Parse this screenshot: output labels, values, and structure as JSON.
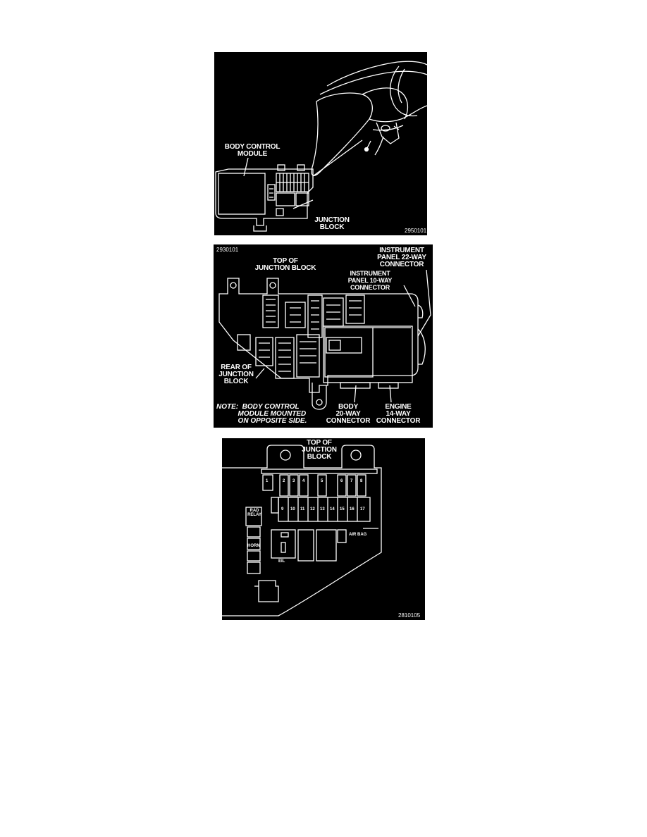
{
  "panel1": {
    "label_bcm": "BODY CONTROL\nMODULE",
    "label_jb": "JUNCTION\nBLOCK",
    "fig_id": "2950101"
  },
  "panel2": {
    "fig_id": "2930101",
    "label_top": "TOP OF\nJUNCTION BLOCK",
    "label_ip22": "INSTRUMENT\nPANEL 22-WAY\nCONNECTOR",
    "label_ip10": "INSTRUMENT\nPANEL 10-WAY\nCONNECTOR",
    "label_rear": "REAR OF\nJUNCTION\nBLOCK",
    "note": "NOTE:  BODY CONTROL\n           MODULE MOUNTED\n           ON OPPOSITE SIDE.",
    "label_body": "BODY\n20-WAY\nCONNECTOR",
    "label_engine": "ENGINE\n14-WAY\nCONNECTOR"
  },
  "panel3": {
    "label_top": "TOP OF\nJUNCTION\nBLOCK",
    "fig_id": "2810105",
    "fuses_top": [
      "1",
      "2",
      "3",
      "4",
      "5",
      "6",
      "7",
      "8"
    ],
    "fuses_bottom": [
      "9",
      "10",
      "11",
      "12",
      "13",
      "14",
      "15",
      "16",
      "17"
    ],
    "relay_label": "RAD\nRELAY",
    "horn_label": "HORN",
    "eil_label": "EIL",
    "airbag_label": "AIR BAG"
  }
}
